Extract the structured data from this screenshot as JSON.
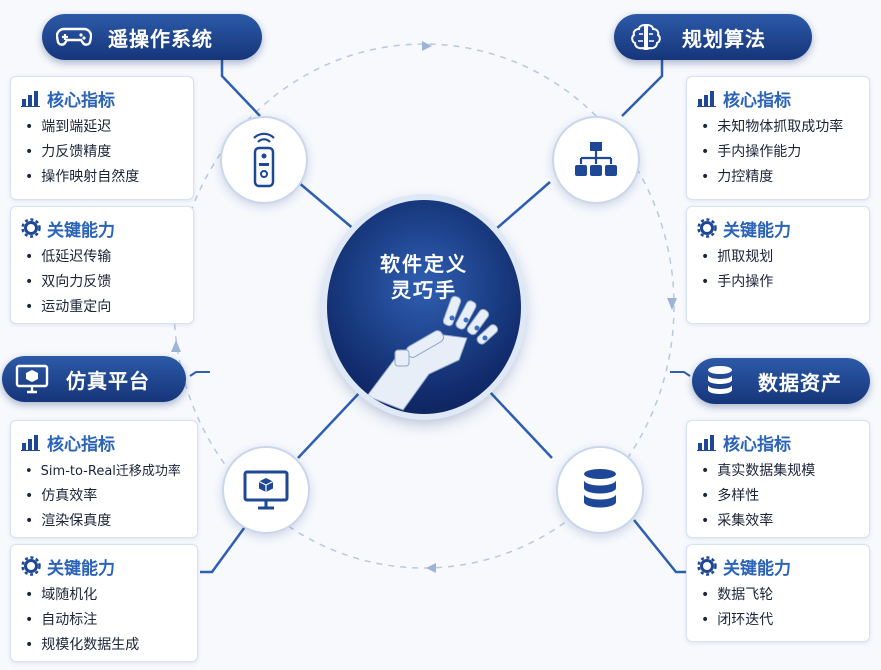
{
  "center": {
    "line1": "软件定义",
    "line2": "灵巧手"
  },
  "modules": [
    {
      "title": "遥操作系统",
      "icon": "gamepad-icon",
      "node_icon": "remote-control-icon",
      "metrics_title": "核心指标",
      "metrics": [
        "端到端延迟",
        "力反馈精度",
        "操作映射自然度"
      ],
      "caps_title": "关键能力",
      "caps": [
        "低延迟传输",
        "双向力反馈",
        "运动重定向"
      ]
    },
    {
      "title": "规划算法",
      "icon": "brain-icon",
      "node_icon": "hierarchy-icon",
      "metrics_title": "核心指标",
      "metrics": [
        "未知物体抓取成功率",
        "手内操作能力",
        "力控精度"
      ],
      "caps_title": "关键能力",
      "caps": [
        "抓取规划",
        "手内操作"
      ]
    },
    {
      "title": "仿真平台",
      "icon": "monitor-cube-icon",
      "node_icon": "monitor-cube-icon",
      "metrics_title": "核心指标",
      "metrics": [
        "Sim-to-Real迁移成功率",
        "仿真效率",
        "渲染保真度"
      ],
      "caps_title": "关键能力",
      "caps": [
        "域随机化",
        "自动标注",
        "规模化数据生成"
      ]
    },
    {
      "title": "数据资产",
      "icon": "database-icon",
      "node_icon": "database-icon",
      "metrics_title": "核心指标",
      "metrics": [
        "真实数据集规模",
        "多样性",
        "采集效率"
      ],
      "caps_title": "关键能力",
      "caps": [
        "数据飞轮",
        "闭环迭代"
      ]
    }
  ],
  "colors": {
    "primary": "#1e4796",
    "accent": "#2a63b8",
    "card_border": "#d9e2f0"
  }
}
